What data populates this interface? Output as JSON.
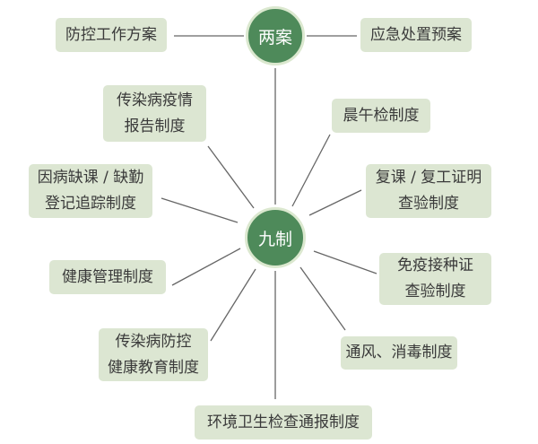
{
  "hubs": {
    "top": "两案",
    "center": "九制"
  },
  "plans": [
    "防控工作方案",
    "应急处置预案"
  ],
  "systems": [
    [
      "传染病疫情",
      "报告制度"
    ],
    [
      "晨午检制度"
    ],
    [
      "因病缺课 / 缺勤",
      "登记追踪制度"
    ],
    [
      "复课 / 复工证明",
      "查验制度"
    ],
    [
      "健康管理制度"
    ],
    [
      "免疫接种证",
      "查验制度"
    ],
    [
      "传染病防控",
      "健康教育制度"
    ],
    [
      "通风、消毒制度"
    ],
    [
      "环境卫生检查通报制度"
    ]
  ],
  "colors": {
    "hub": "#4e8a5a",
    "box": "#dce6d2",
    "line": "#666666"
  }
}
